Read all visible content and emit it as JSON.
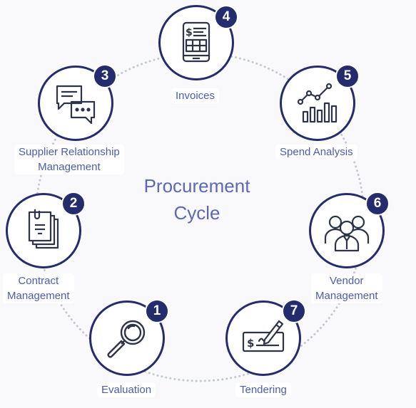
{
  "title": {
    "line1": "Procurement",
    "line2": "Cycle"
  },
  "colors": {
    "navy": "#242c6e",
    "icon": "#2e3447",
    "label": "#4a5db0",
    "dots": "#c3c8d2"
  },
  "steps": [
    {
      "number": "1",
      "label1": "Evaluation",
      "label2": "",
      "icon": "magnifier-icon"
    },
    {
      "number": "2",
      "label1": "Contract",
      "label2": "Management",
      "icon": "document-stack-icon"
    },
    {
      "number": "3",
      "label1": "Supplier Relationship",
      "label2": "Management",
      "icon": "chat-bubbles-icon"
    },
    {
      "number": "4",
      "label1": "Invoices",
      "label2": "",
      "icon": "tablet-invoice-icon"
    },
    {
      "number": "5",
      "label1": "Spend Analysis",
      "label2": "",
      "icon": "bar-line-chart-icon"
    },
    {
      "number": "6",
      "label1": "Vendor",
      "label2": "Management",
      "icon": "people-group-icon"
    },
    {
      "number": "7",
      "label1": "Tendering",
      "label2": "",
      "icon": "signed-check-icon"
    }
  ]
}
